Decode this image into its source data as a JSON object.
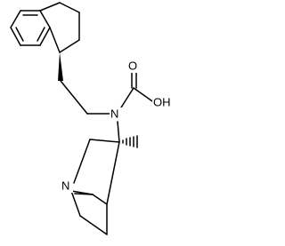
{
  "molecule": {
    "atoms": {
      "hydroxyl": "OH",
      "carbonyl_oxygen": "O",
      "carbamate_nitrogen": "N",
      "bridgehead_nitrogen": "N"
    }
  }
}
